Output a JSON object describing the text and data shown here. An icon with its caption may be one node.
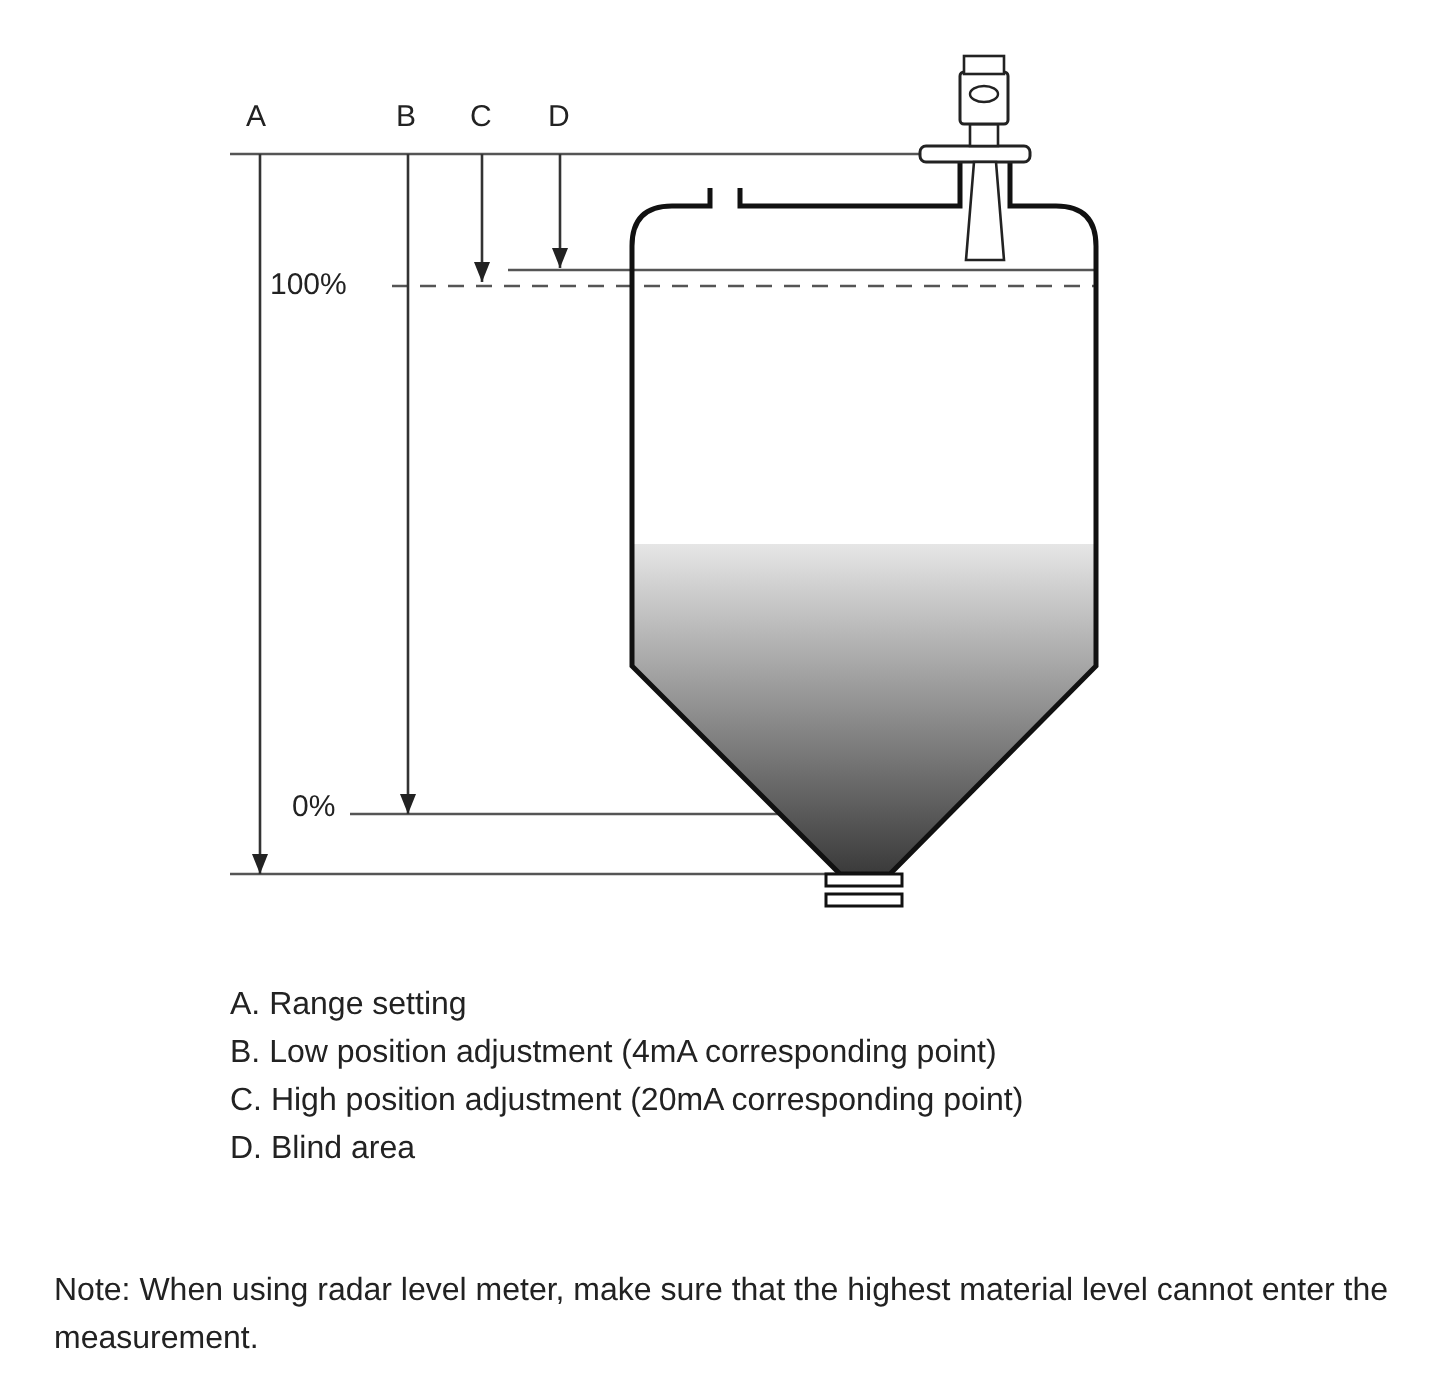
{
  "diagram": {
    "labels": [
      "A",
      "B",
      "C",
      "D",
      "100%",
      "0%",
      "A. Range setting",
      "B. Low position adjustment (4mA corresponding point)",
      "C. High position adjustment (20mA corresponding point)",
      "D. Blind area",
      "Note: When using radar level meter, make sure that the highest material level cannot enter the measurement."
    ]
  }
}
